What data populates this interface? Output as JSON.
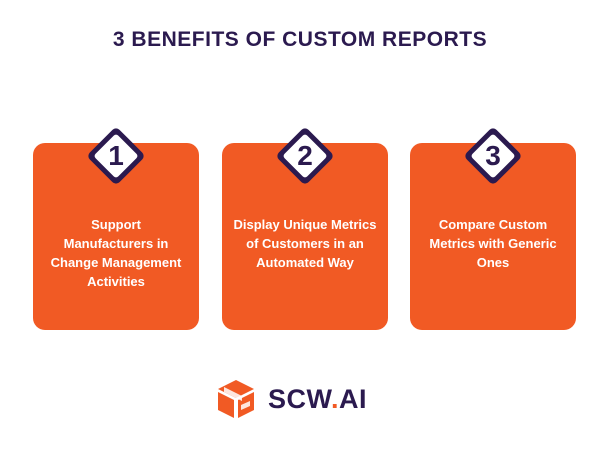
{
  "title": "3 BENEFITS OF CUSTOM REPORTS",
  "colors": {
    "accent": "#f15a24",
    "dark": "#2b1a4f",
    "background": "#ffffff"
  },
  "benefits": [
    {
      "number": "1",
      "text": "Support\nManufacturers in\nChange  Management\nActivities"
    },
    {
      "number": "2",
      "text": "Display Unique Metrics\nof Customers in an\nAutomated Way"
    },
    {
      "number": "3",
      "text": "Compare Custom\nMetrics with Generic\nOnes"
    }
  ],
  "logo": {
    "part1": "SCW",
    "dot": ".",
    "part2": "AI",
    "icon": "cube-logo-icon"
  }
}
